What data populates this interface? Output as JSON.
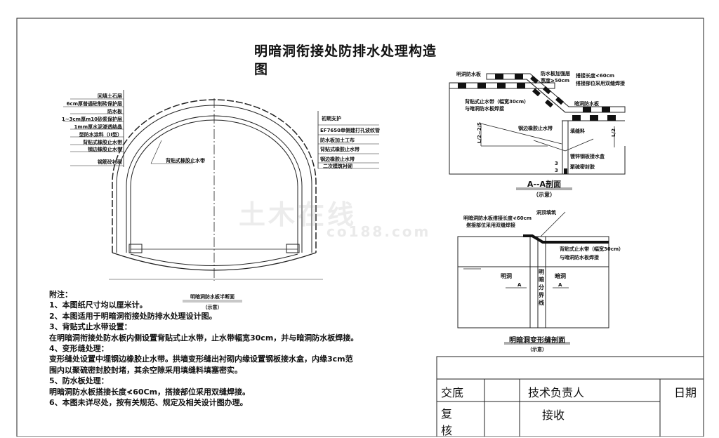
{
  "title": {
    "line1": "明暗洞衔接处防排水处理构造",
    "line2": "图"
  },
  "cross_section": {
    "left_labels": [
      "回填土石层",
      "6cm厚普通砼制砖保护层",
      "防水板",
      "1~3cm厚m10砂浆保护层",
      "1mm厚水泥渗透结晶",
      "型防水涂料（II型）",
      "背贴式橡胶止水带",
      "钢边橡胶止水带",
      "钢筋砼衬砌"
    ],
    "right_labels": [
      "初期支护",
      "EF7650单侧建打孔波纹管",
      "防水板加土工布",
      "背贴式橡胶止水带",
      "钢边橡胶止水带",
      "二次模筑衬砌"
    ],
    "inner_label": "背贴式橡胶止水带",
    "caption": "明暗洞防水板半断面",
    "caption_sub": "（示意）"
  },
  "section_aa": {
    "labels": {
      "open_waterproof": "明洞防水板",
      "reinforce": "防水板加强层",
      "reinforce_width": "宽度≥50cm",
      "lap_length": "搭接长度≮60cm",
      "lap_weld": "搭接部位采用双缝焊接",
      "back_strip": "背贴式止水带（幅宽30cm）",
      "back_strip_weld": "与暗洞防水板焊接",
      "dark_waterproof": "暗洞防水板",
      "steel_edge": "钢边橡胶止水带",
      "filler": "填缝料",
      "water_box": "镀锌钢板接水盒",
      "sealant": "聚硫密封胶",
      "dim_left": "L/2~2/5",
      "dim_right": "L/2",
      "dim_small_1": "3",
      "dim_small_2": "3"
    },
    "caption": "A--A剖面",
    "caption_sub": "（示意）"
  },
  "joint_section": {
    "labels": {
      "lap": "明暗洞防水板搭接长度≮60cm",
      "lap_weld": "搭接部位采用双缝焊接",
      "ground": "洞顶填筑",
      "back_strip": "背贴式止水带（幅宽30cm）",
      "back_strip_weld": "与暗洞防水板焊接",
      "open": "明洞",
      "dark": "暗洞",
      "boundary": [
        "明",
        "暗",
        "分",
        "界",
        "线"
      ],
      "sec_left": "A",
      "sec_right": "A"
    },
    "caption": "明暗洞变形缝剖面",
    "caption_sub": "（示意）"
  },
  "notes": {
    "heading": "附注：",
    "lines": [
      "1、本图纸尺寸均以厘米计。",
      "2、本图适用于明暗洞衔接处防排水处理设计图。",
      "3、背贴式止水带设置：",
      "在明暗洞衔接处防水板内侧设置背贴式止水带，止水带幅宽30cm，并与暗洞防水板焊接。",
      "4、变形缝处理：",
      "变形缝处设置中埋钢边橡胶止水带。拱墙变形缝出衬砌内缘设置钢板接水盒，内缘3cm范",
      "围内以聚硫密封胶封堵，其余空隙采用填缝料填塞密实。",
      "5、防水板处理：",
      "明暗洞防水板搭接长度≮60Cm，搭接部位采用双缝焊接。",
      "6、本图未详尽处，按有关规范、规定及相关设计图办理。"
    ]
  },
  "title_block": {
    "handover": "交底",
    "tech_lead": "技术负责人",
    "date": "日期",
    "review_1": "复",
    "review_2": "核",
    "receive": "接收"
  },
  "watermark": {
    "text": "土木在线",
    "sub": "co188.com"
  }
}
